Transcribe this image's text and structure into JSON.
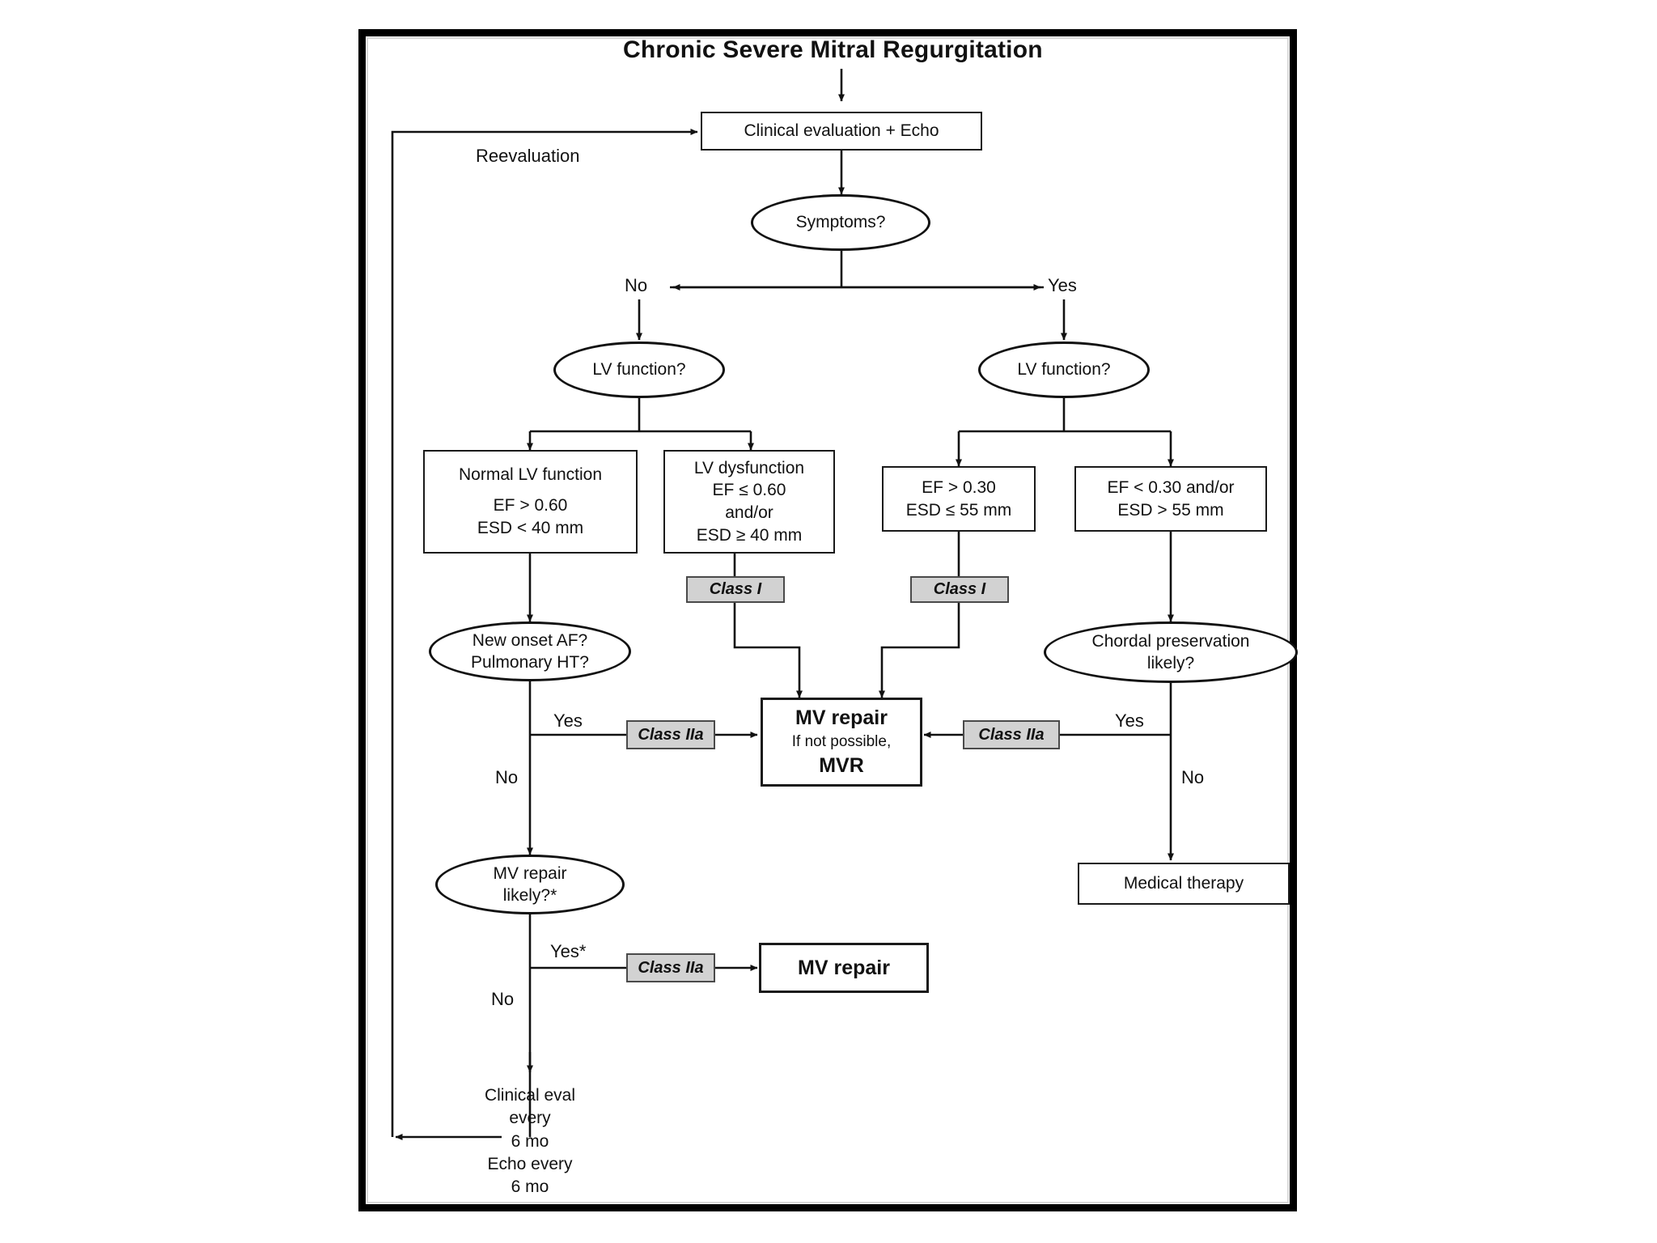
{
  "figure": {
    "title": "Chronic Severe Mitral Regurgitation",
    "frame_color": "#000000",
    "class_badge_fill": "#d2d2d2",
    "line_color": "#111111"
  },
  "nodes": {
    "clinical_eval": "Clinical evaluation + Echo",
    "symptoms": "Symptoms?",
    "lv_function_left": "LV function?",
    "lv_function_right": "LV function?",
    "normal_lv": {
      "line1": "Normal LV function",
      "line2": "EF > 0.60",
      "line3": "ESD < 40 mm"
    },
    "lv_dysfunction": {
      "line1": "LV dysfunction",
      "line2": "EF ≤ 0.60",
      "line3": "and/or",
      "line4": "ESD ≥ 40 mm"
    },
    "ef_gt_030": {
      "line1": "EF > 0.30",
      "line2": "ESD ≤ 55 mm"
    },
    "ef_lt_030": {
      "line1": "EF < 0.30 and/or",
      "line2": "ESD > 55 mm"
    },
    "new_onset": {
      "line1": "New onset AF?",
      "line2": "Pulmonary HT?"
    },
    "chordal": {
      "line1": "Chordal preservation",
      "line2": "likely?"
    },
    "mv_repair_mvr": {
      "line1": "MV repair",
      "line2": "If not possible,",
      "line3": "MVR"
    },
    "mv_repair_likely": {
      "line1": "MV repair",
      "line2": "likely?*"
    },
    "mv_repair": "MV repair",
    "medical_therapy": "Medical therapy",
    "followup": {
      "line1": "Clinical eval",
      "line2": "every",
      "line3": "6 mo",
      "line4": "Echo every",
      "line5": "6 mo"
    }
  },
  "badges": {
    "class_i_left": "Class I",
    "class_i_right": "Class I",
    "class_iia_left": "Class IIa",
    "class_iia_right": "Class IIa",
    "class_iia_bottom": "Class IIa"
  },
  "edge_labels": {
    "reevaluation": "Reevaluation",
    "symptoms_no": "No",
    "symptoms_yes": "Yes",
    "af_yes": "Yes",
    "af_no": "No",
    "chordal_yes": "Yes",
    "chordal_no": "No",
    "repair_likely_yes": "Yes*",
    "repair_likely_no": "No"
  }
}
